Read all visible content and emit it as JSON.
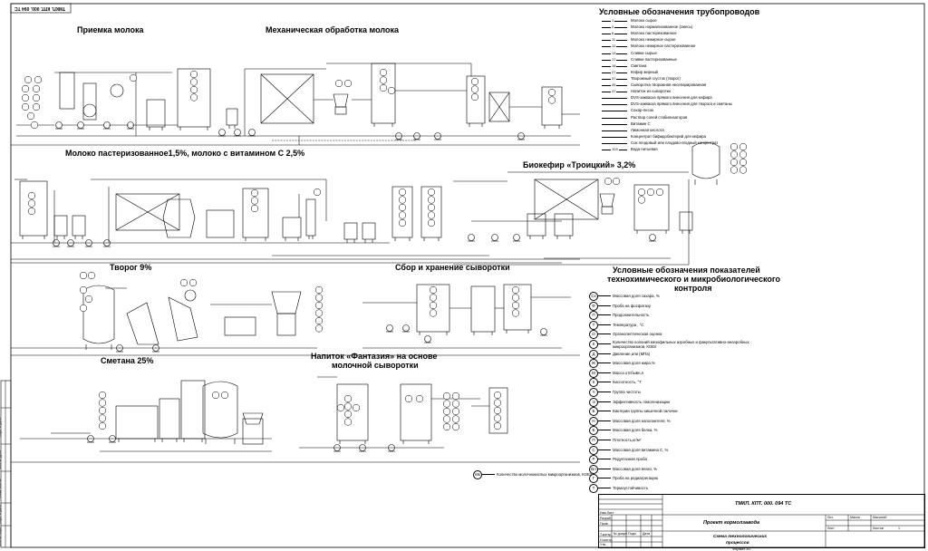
{
  "stamp_code_top": "ТМКП. КПТ. 000. 094 ТС",
  "sections": {
    "milk_reception": "Приемка молока",
    "mechanical": "Механическая обработка молока",
    "pasteurized": "Молоко пастеризованное1,5%, молоко с витамином С 2,5%",
    "biokefir": "Биокефир «Троицкий» 3,2%",
    "tvorog": "Творог 9%",
    "whey": "Сбор и хранение сыворотки",
    "smetana": "Сметана 25%",
    "fantasy_1": "Напиток «Фантазия» на основе",
    "fantasy_2": "молочной сыворотки"
  },
  "pipe_legend": {
    "title": "Условные обозначения трубопроводов",
    "items": [
      {
        "code": "1",
        "text": "Молоко сырое"
      },
      {
        "code": "2",
        "text": "Молоко нормализованное (смесь)"
      },
      {
        "code": "6",
        "text": "Молоко пастеризованное"
      },
      {
        "code": "11",
        "text": "Молоко нежирное сырое"
      },
      {
        "code": "12",
        "text": "Молоко нежирное пастеризованное"
      },
      {
        "code": "13",
        "text": "Сливки сырые"
      },
      {
        "code": "17",
        "text": "Сливки пастеризованные"
      },
      {
        "code": "18",
        "text": "Сметана"
      },
      {
        "code": "27",
        "text": "Кефир жирный"
      },
      {
        "code": "37",
        "text": "Творожный сгусток (творог)"
      },
      {
        "code": "45",
        "text": "Сыворотка творожная несепарированная"
      },
      {
        "code": "47",
        "text": "Напиток из сыворотки"
      },
      {
        "code": "",
        "text": "DVS-закваска прямого внесения для кефира"
      },
      {
        "code": "",
        "text": "DVS-закваска прямого внесения для творога и сметаны"
      },
      {
        "code": "",
        "text": "Сахар-песок"
      },
      {
        "code": "",
        "text": "Раствор солей стабилизаторов"
      },
      {
        "code": "",
        "text": "Витамин С"
      },
      {
        "code": "",
        "text": "Лимонная кислота"
      },
      {
        "code": "",
        "text": "Концентрат бифидобактерий для кефира"
      },
      {
        "code": "",
        "text": "Сок плодовый или плодово-ягодный концентрат"
      },
      {
        "code": "104",
        "text": "Вода питьевая"
      }
    ]
  },
  "indicator_legend": {
    "title_1": "Условные обозначения показателей",
    "title_2": "технохимического и микробиологического",
    "title_3": "контроля",
    "items": [
      {
        "sym": "Сх",
        "text": "Массовая доля сахара, %"
      },
      {
        "sym": "Ф",
        "text": "Проба на фосфатазу"
      },
      {
        "sym": "П",
        "text": "Продолжительность"
      },
      {
        "sym": "Т",
        "text": "Температура , °С"
      },
      {
        "sym": "О",
        "text": "Органолептическая оценка"
      },
      {
        "sym": "К",
        "text": "Количество колоний мезофильных аэробных и факультативно-анаэробных микроорганизмов, КОЕ/г"
      },
      {
        "sym": "Д",
        "text": "Давление,атм (МПа)"
      },
      {
        "sym": "Ж",
        "text": "Массовая доля жира,%"
      },
      {
        "sym": "М",
        "text": "Масса отсбывн,л"
      },
      {
        "sym": "К",
        "text": "Кислотность, °Т"
      },
      {
        "sym": "Ч",
        "text": "Группа чистоты"
      },
      {
        "sym": "Э",
        "text": "Эффективность гомогенизации"
      },
      {
        "sym": "Б",
        "text": "Бактерии группы кишечной палочки"
      },
      {
        "sym": "Н",
        "text": "Массовая доля наполнителя, %"
      },
      {
        "sym": "Б",
        "text": "Массовая доля белка, %"
      },
      {
        "sym": "П",
        "text": "Плотность,кг/м³"
      },
      {
        "sym": "С",
        "text": "Массовая доля витамина С, %"
      },
      {
        "sym": "Р",
        "text": "Редуктазная проба"
      },
      {
        "sym": "Вл",
        "text": "Массовая доля влаги, %"
      },
      {
        "sym": "Г",
        "text": "Проба на редиагрегацию"
      },
      {
        "sym": "Т",
        "text": "Термоустойчивость"
      }
    ],
    "extra": "Количество молочнокислых микроорганизмов, КОЕ/г",
    "extra_sym": "Мк"
  },
  "title_block": {
    "code": "ТМКП. КПТ. 000. 094 ТС",
    "project": "Проект гормолзавода",
    "doc_title_1": "Схема технологических",
    "doc_title_2": "процессов",
    "sheet": "Лист",
    "sheets": "Листов",
    "sheets_n": "1",
    "format": "Формат А1",
    "rows": [
      "Изм.Лист",
      "Разраб.",
      "Пров.",
      "Т.контр.",
      "Н.контр.",
      "Утв."
    ],
    "cols": [
      "№ докум.",
      "Подп.",
      "Дата"
    ],
    "lit": "Лит.",
    "mass": "Масса",
    "scale": "Масштаб"
  },
  "side_stamp": [
    "Инв.№ подл.",
    "Подп. и дата",
    "Взам. инв.№",
    "Инв.№ дубл.",
    "Подп. и дата"
  ]
}
